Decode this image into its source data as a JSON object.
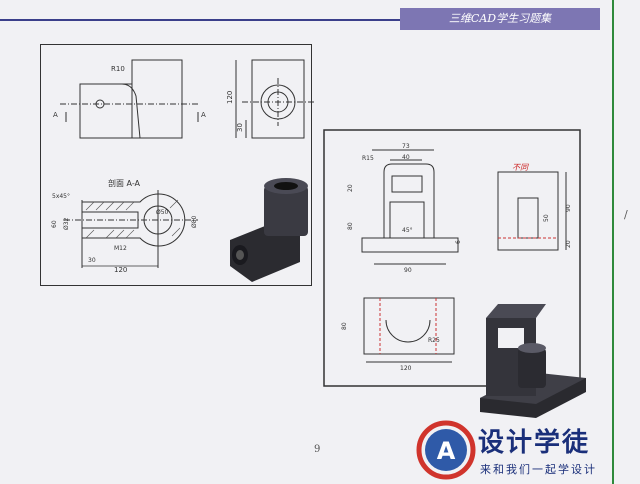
{
  "header": {
    "title": "三维CAD学生习题集"
  },
  "page": {
    "number": "9",
    "edge_mark": "/"
  },
  "left_drawing": {
    "front": {
      "radius": "R10",
      "dim_height": "120",
      "dim_small": "30",
      "cut_left": "A",
      "cut_right": "A"
    },
    "section": {
      "title": "剖面 A-A",
      "chamfer": "5x45°",
      "d1": "60",
      "d2": "Ø32",
      "d3": "Ø50",
      "d4": "Ø80",
      "thread": "M12",
      "w1": "30",
      "w2": "120"
    }
  },
  "right_drawing": {
    "front": {
      "r": "R15",
      "w1": "73",
      "w2": "40",
      "h1": "20",
      "h2": "80",
      "ang": "45°",
      "t": "6",
      "w3": "90"
    },
    "side": {
      "note": "不同",
      "h1": "90",
      "h2": "50",
      "h3": "20"
    },
    "top": {
      "h": "80",
      "r": "R25",
      "w": "120"
    }
  },
  "logo": {
    "main": "设计学徒",
    "sub": "来和我们一起学设计",
    "mark": "A"
  }
}
